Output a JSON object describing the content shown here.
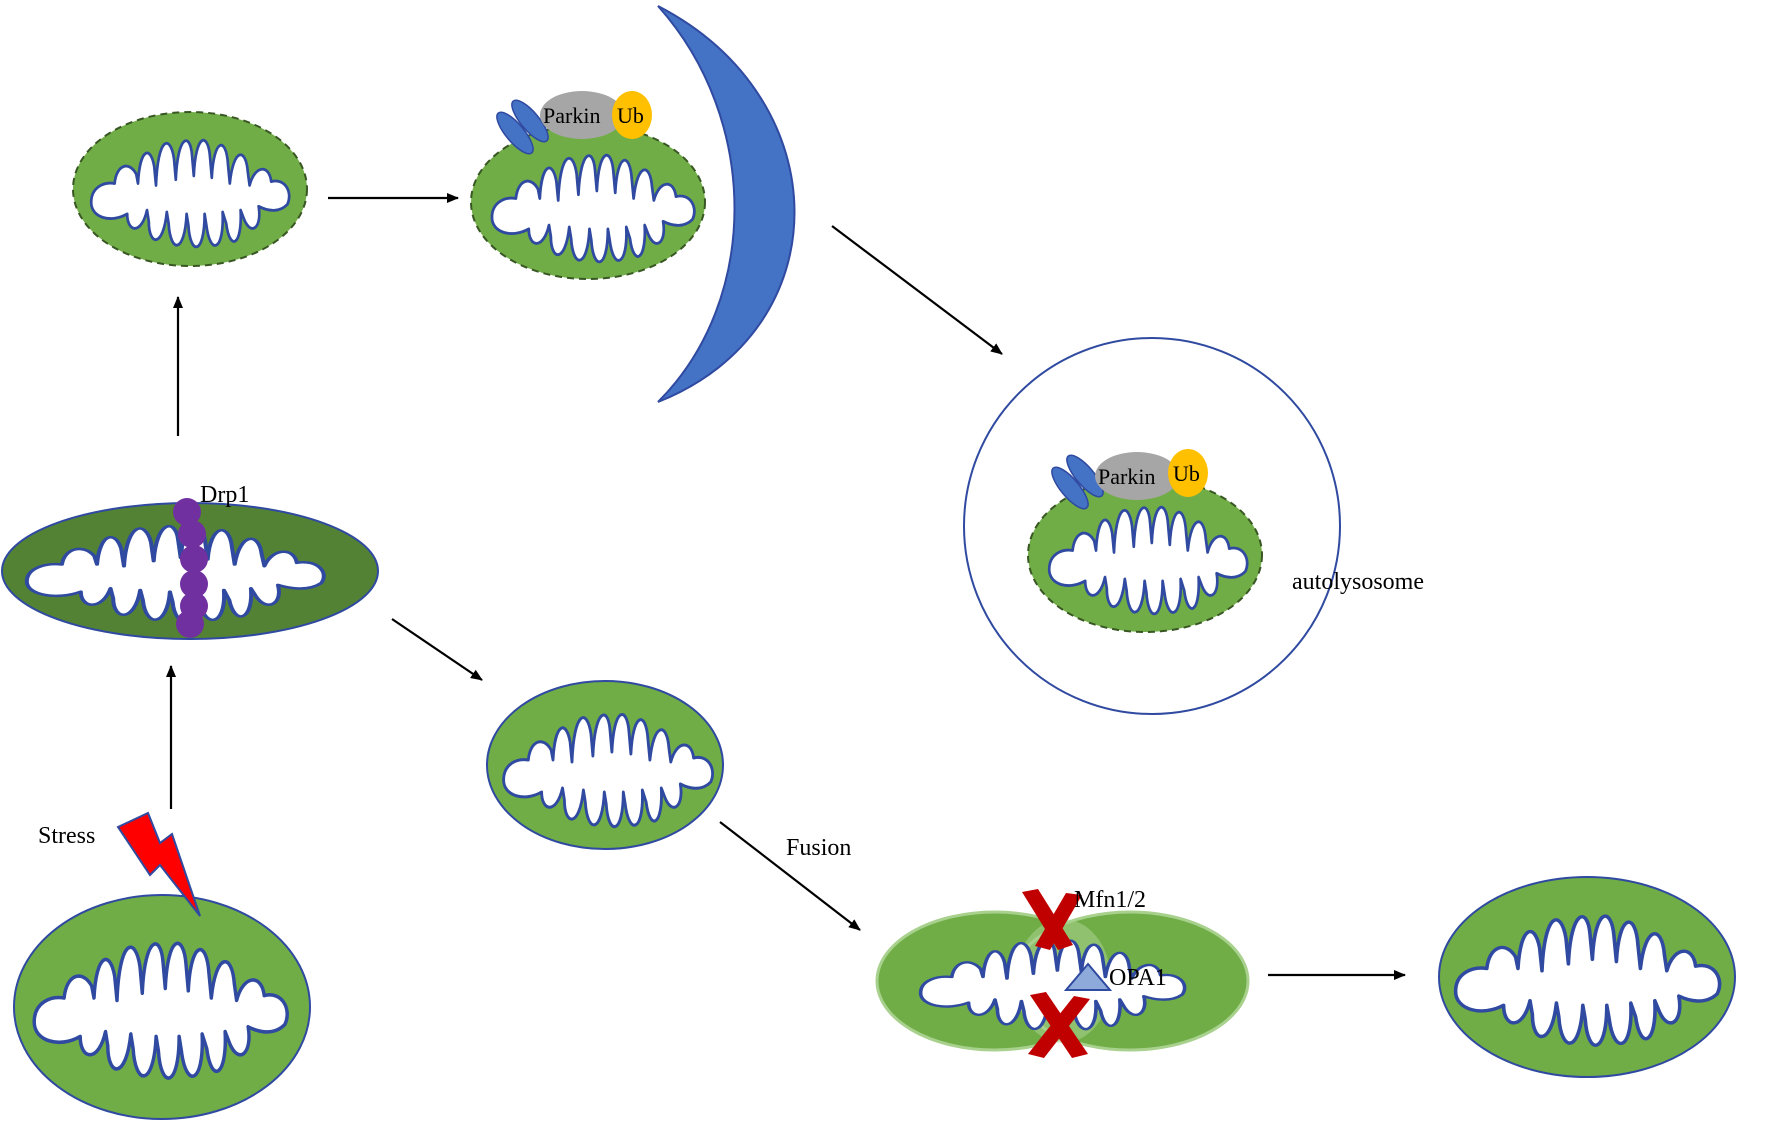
{
  "labels": {
    "drp1": "Drp1",
    "parkin_top": "Parkin",
    "ub_top": "Ub",
    "parkin_auto": "Parkin",
    "ub_auto": "Ub",
    "autolysosome": "autolysosome",
    "stress": "Stress",
    "fusion": "Fusion",
    "mfn": "Mfn1/2",
    "opa1": "OPA1"
  },
  "colors": {
    "mito_green": "#70ad47",
    "mito_dark_green": "#548235",
    "membrane_blue": "#2f4aa0",
    "phagophore_blue": "#4472c4",
    "drp1_purple": "#7030a0",
    "parkin_gray": "#a6a6a6",
    "ub_yellow": "#ffc000",
    "block_red": "#c00000",
    "stress_red": "#ff0000",
    "opa1_blue": "#8eaadb"
  }
}
